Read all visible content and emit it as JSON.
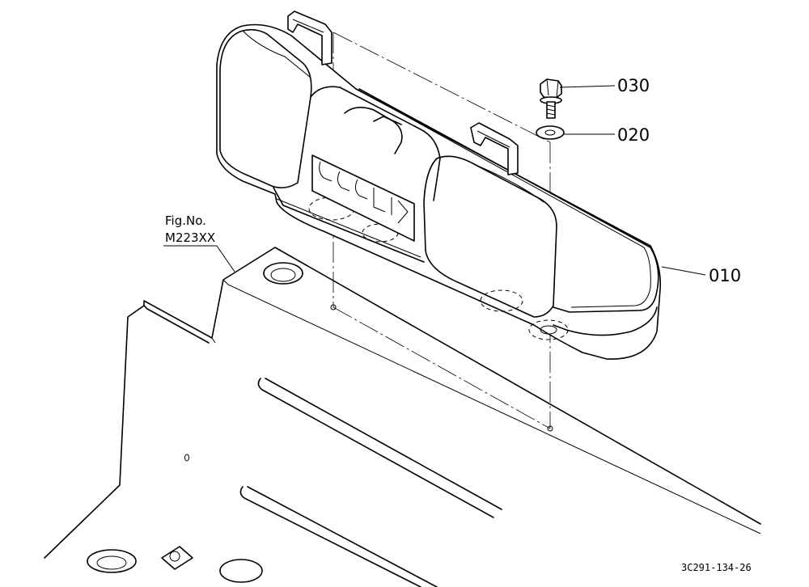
{
  "callouts": {
    "part_010": "010",
    "part_020": "020",
    "part_030": "030"
  },
  "figure_ref": {
    "label": "Fig.No.",
    "number": "M223XX"
  },
  "drawing_number": "3C291-134-26",
  "icons": {
    "logo": "embossed-brand-lettering-icon",
    "bolt": "flange-bolt-icon",
    "washer": "washer-icon"
  }
}
